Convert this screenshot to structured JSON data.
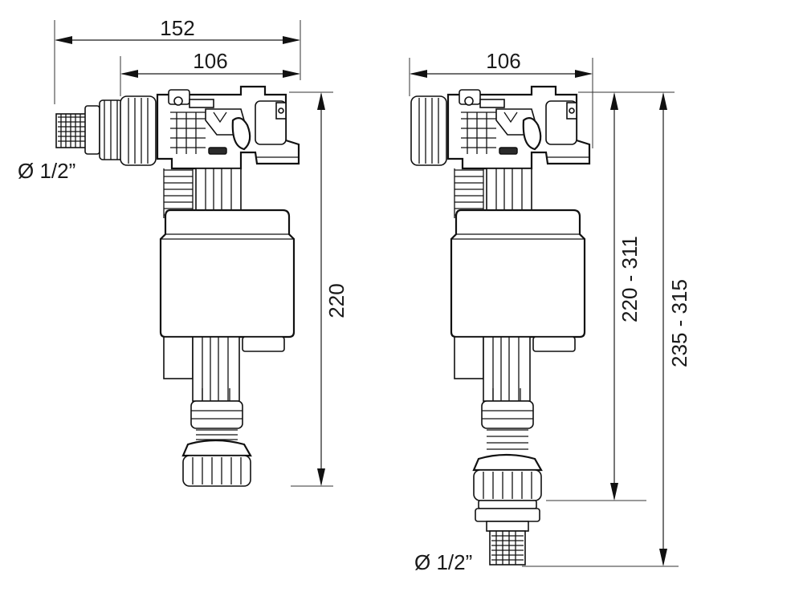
{
  "left_view": {
    "dim_overall_width": "152",
    "dim_body_width": "106",
    "dim_height": "220",
    "inlet_diameter": "Ø 1/2”"
  },
  "right_view": {
    "dim_body_width": "106",
    "dim_height_range": "220 - 311",
    "dim_total_height_range": "235 - 315",
    "inlet_diameter": "Ø 1/2”"
  }
}
